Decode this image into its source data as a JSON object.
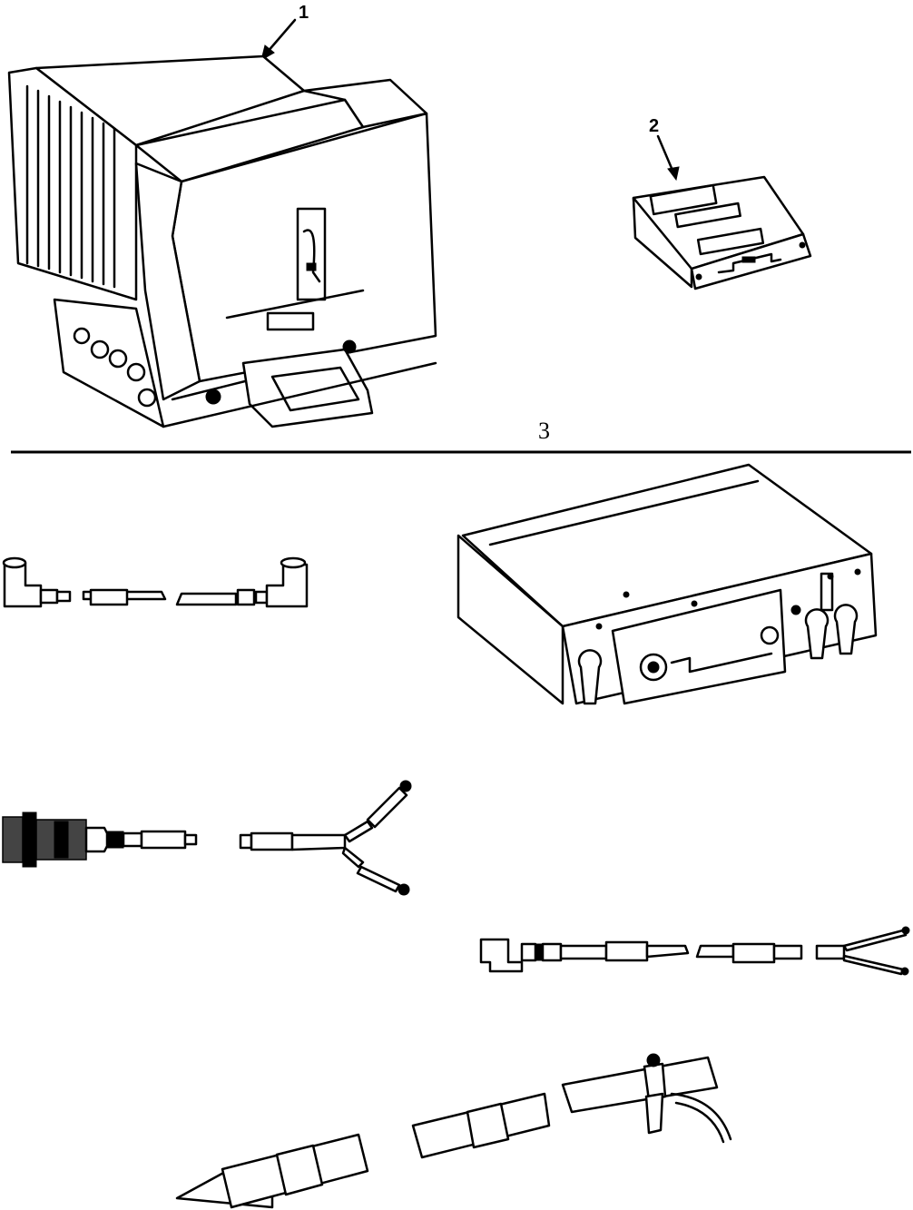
{
  "callouts": {
    "item1": "1",
    "item2": "2",
    "item3": "3"
  },
  "colors": {
    "ink": "#000000",
    "paper": "#ffffff"
  }
}
